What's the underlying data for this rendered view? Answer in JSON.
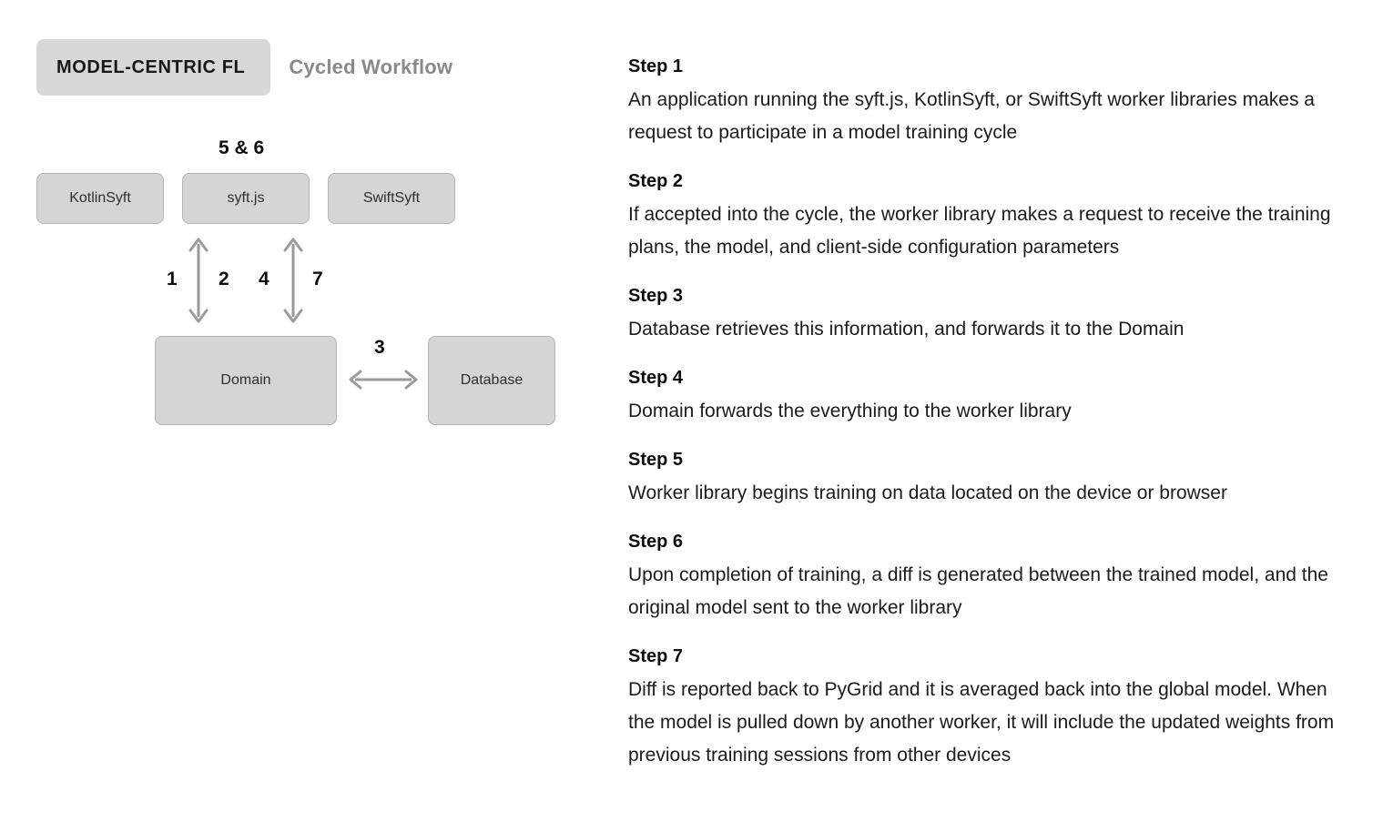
{
  "header": {
    "title": "MODEL-CENTRIC FL",
    "subtitle": "Cycled Workflow"
  },
  "diagram": {
    "nodes": [
      {
        "id": "kotlinsyft",
        "label": "KotlinSyft"
      },
      {
        "id": "syftjs",
        "label": "syft.js"
      },
      {
        "id": "swiftsyft",
        "label": "SwiftSyft"
      },
      {
        "id": "domain",
        "label": "Domain"
      },
      {
        "id": "database",
        "label": "Database"
      }
    ],
    "edge_labels": {
      "top_cycle": "5 & 6",
      "left_up": "1",
      "left_down": "2",
      "right_up": "4",
      "right_down": "7",
      "domain_database": "3"
    },
    "colors": {
      "box_fill": "#d5d5d5",
      "box_border": "#b4b4b4",
      "pill_fill": "#d8d8d8",
      "arrow": "#9a9a9a",
      "subtitle_text": "#8a8a8a"
    }
  },
  "steps": [
    {
      "title": "Step 1",
      "body": "An application running the syft.js, KotlinSyft, or SwiftSyft worker libraries makes a request to participate in a model training cycle"
    },
    {
      "title": "Step 2",
      "body": "If accepted into the cycle, the worker library makes a request to receive the training plans, the model, and client-side configuration parameters"
    },
    {
      "title": "Step 3",
      "body": "Database retrieves this information, and forwards it to the Domain"
    },
    {
      "title": "Step 4",
      "body": "Domain forwards the everything to the worker library"
    },
    {
      "title": "Step 5",
      "body": "Worker library begins training on data located on the device or browser"
    },
    {
      "title": "Step 6",
      "body": "Upon completion of training, a diff is generated between the trained model, and the original model sent to the worker library"
    },
    {
      "title": "Step 7",
      "body": "Diff is reported back to PyGrid and it is averaged back into the global model. When the model is pulled down by another worker, it will include the updated weights from previous training sessions from other devices"
    }
  ]
}
